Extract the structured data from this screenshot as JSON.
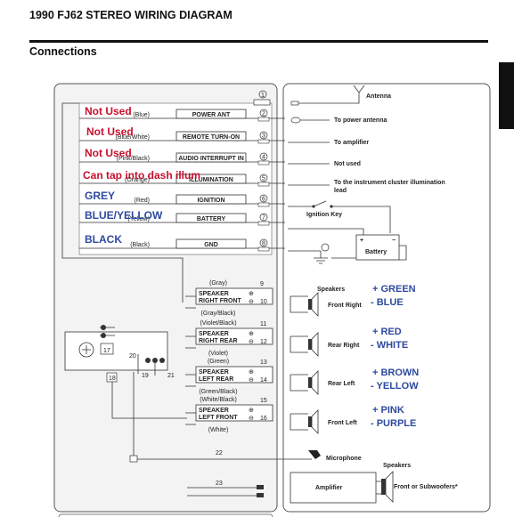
{
  "title": "1990 FJ62 STEREO WIRING DIAGRAM",
  "section": "Connections",
  "colors": {
    "red": "#c8102e",
    "blue": "#2e4a9e",
    "line": "#333333",
    "panel": "#f3f3f3"
  },
  "annotations": {
    "power_ant": "Not Used",
    "remote": "Not Used",
    "audio_int": "Not Used",
    "illum": "Can tap into dash illum",
    "ignition": "GREY",
    "battery": "BLUE/YELLOW",
    "gnd": "BLACK"
  },
  "wires": [
    {
      "num": "1",
      "color": "",
      "label": ""
    },
    {
      "num": "2",
      "color": "(Blue)",
      "label": "POWER ANT"
    },
    {
      "num": "3",
      "color": "(Blue/White)",
      "label": "REMOTE TURN-ON"
    },
    {
      "num": "4",
      "color": "(Pink/Black)",
      "label": "AUDIO INTERRUPT IN"
    },
    {
      "num": "5",
      "color": "(Orange)",
      "label": "ILLUMINATION"
    },
    {
      "num": "6",
      "color": "(Red)",
      "label": "IGNITION"
    },
    {
      "num": "7",
      "color": "(Yellow)",
      "label": "BATTERY"
    },
    {
      "num": "8",
      "color": "(Black)",
      "label": "GND"
    }
  ],
  "destinations": {
    "antenna": "Antenna",
    "power_antenna": "To power antenna",
    "amplifier": "To amplifier",
    "not_used": "Not used",
    "illum_lead": [
      "To the instrument cluster illumination",
      "lead"
    ],
    "ignition_key": "Ignition Key",
    "battery": "Battery"
  },
  "speakers": [
    {
      "box": [
        "SPEAKER",
        "RIGHT FRONT"
      ],
      "pos_num": "9",
      "neg_num": "10",
      "pos_color": "(Gray)",
      "neg_color": "(Gray/Black)",
      "name": "Front Right",
      "pos_note": "+ GREEN",
      "neg_note": "- BLUE"
    },
    {
      "box": [
        "SPEAKER",
        "RIGHT REAR"
      ],
      "pos_num": "11",
      "neg_num": "12",
      "pos_color": "(Violet/Black)",
      "neg_color": "(Violet)",
      "name": "Rear Right",
      "pos_note": "+ RED",
      "neg_note": "- WHITE"
    },
    {
      "box": [
        "SPEAKER",
        "LEFT REAR"
      ],
      "pos_num": "13",
      "neg_num": "14",
      "pos_color": "(Green)",
      "neg_color": "(Green/Black)",
      "name": "Rear Left",
      "pos_note": "+ BROWN",
      "neg_note": "- YELLOW"
    },
    {
      "box": [
        "SPEAKER",
        "LEFT FRONT"
      ],
      "pos_num": "15",
      "neg_num": "16",
      "pos_color": "(White/Black)",
      "neg_color": "(White)",
      "name": "Front Left",
      "pos_note": "+ PINK",
      "neg_note": "- PURPLE"
    }
  ],
  "speakers_heading": "Speakers",
  "head_unit": {
    "n17": "17",
    "n18": "18",
    "n19": "19",
    "n20": "20",
    "n21": "21"
  },
  "microphone": {
    "num": "22",
    "label": "Microphone"
  },
  "amplifier": {
    "num": "23",
    "label": "Amplifier",
    "speakers": "Speakers",
    "out": "Front or Subwoofers*"
  }
}
